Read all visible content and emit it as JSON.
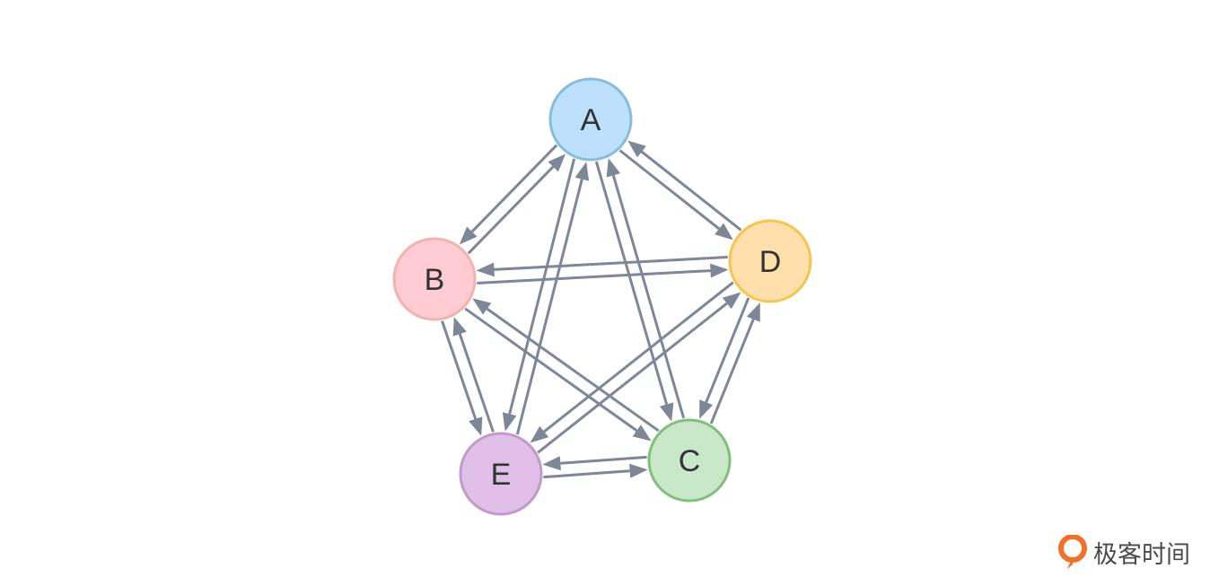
{
  "diagram": {
    "type": "directed-graph",
    "nodes": [
      {
        "id": "A",
        "label": "A",
        "fill": "#bde0fd",
        "stroke": "#86bed9"
      },
      {
        "id": "B",
        "label": "B",
        "fill": "#ffccd4",
        "stroke": "#f2b3ac"
      },
      {
        "id": "C",
        "label": "C",
        "fill": "#c9e7c9",
        "stroke": "#80c07b"
      },
      {
        "id": "D",
        "label": "D",
        "fill": "#ffe0ad",
        "stroke": "#f6c54e"
      },
      {
        "id": "E",
        "label": "E",
        "fill": "#e0bfe8",
        "stroke": "#c09ac9"
      }
    ],
    "edges": [
      {
        "from": "A",
        "to": "B"
      },
      {
        "from": "B",
        "to": "A"
      },
      {
        "from": "A",
        "to": "C"
      },
      {
        "from": "C",
        "to": "A"
      },
      {
        "from": "A",
        "to": "D"
      },
      {
        "from": "D",
        "to": "A"
      },
      {
        "from": "A",
        "to": "E"
      },
      {
        "from": "E",
        "to": "A"
      },
      {
        "from": "B",
        "to": "C"
      },
      {
        "from": "C",
        "to": "B"
      },
      {
        "from": "B",
        "to": "D"
      },
      {
        "from": "D",
        "to": "B"
      },
      {
        "from": "B",
        "to": "E"
      },
      {
        "from": "E",
        "to": "B"
      },
      {
        "from": "C",
        "to": "D"
      },
      {
        "from": "D",
        "to": "C"
      },
      {
        "from": "C",
        "to": "E"
      },
      {
        "from": "E",
        "to": "C"
      },
      {
        "from": "D",
        "to": "E"
      },
      {
        "from": "E",
        "to": "D"
      }
    ],
    "edge_color": "#7d8796"
  },
  "watermark": {
    "text": "极客时间",
    "logo_color": "#f0712a",
    "icon": "geektime-logo-icon"
  }
}
